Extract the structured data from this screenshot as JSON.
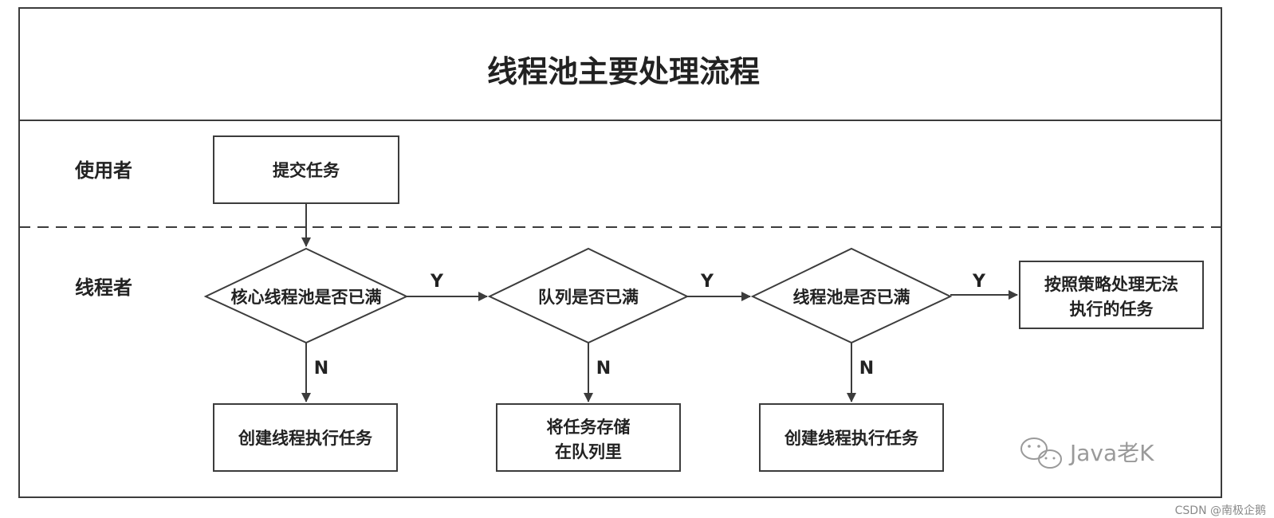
{
  "title": "线程池主要处理流程",
  "lanes": {
    "user": "使用者",
    "thread": "线程者"
  },
  "nodes": {
    "submit": "提交任务",
    "core_full": "核心线程池是否已满",
    "queue_full": "队列是否已满",
    "pool_full": "线程池是否已满",
    "reject_line1": "按照策略处理无法",
    "reject_line2": "执行的任务",
    "create1": "创建线程执行任务",
    "store_line1": "将任务存储",
    "store_line2": "在队列里",
    "create2": "创建线程执行任务"
  },
  "edges": {
    "y1": "Y",
    "y2": "Y",
    "y3": "Y",
    "n1": "N",
    "n2": "N",
    "n3": "N"
  },
  "watermark": {
    "text": "Java老K",
    "icon": "wechat-icon",
    "csdn": "CSDN @南极企鹅"
  },
  "colors": {
    "line": "#3c3c3c",
    "watermark": "#9a9a9a"
  }
}
